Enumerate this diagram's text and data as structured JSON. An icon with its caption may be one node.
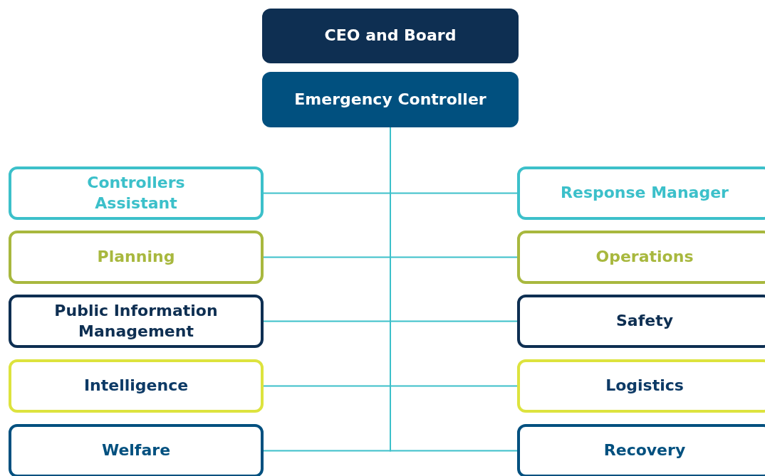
{
  "diagram": {
    "nodes": [
      {
        "text": [
          "CEO and Board"
        ]
      },
      {
        "text": [
          "Emergency Controller"
        ]
      },
      {
        "text": [
          "Controllers Assistant"
        ]
      },
      {
        "text": [
          "Response Manager"
        ]
      },
      {
        "text": [
          "Planning"
        ]
      },
      {
        "text": [
          "Operations"
        ]
      },
      {
        "text": [
          "Public Information Management"
        ]
      },
      {
        "text": [
          "Safety"
        ]
      },
      {
        "text": [
          "Intelligence"
        ]
      },
      {
        "text": [
          "Logistics"
        ]
      },
      {
        "text": [
          "Welfare"
        ]
      },
      {
        "text": [
          "Recovery"
        ]
      }
    ],
    "edges": [
      {
        "from": 1,
        "to": 2,
        "arrow": "none"
      },
      {
        "from": 1,
        "to": 3,
        "arrow": "none"
      },
      {
        "from": 1,
        "to": 4,
        "arrow": "none"
      },
      {
        "from": 1,
        "to": 5,
        "arrow": "none"
      },
      {
        "from": 1,
        "to": 6,
        "arrow": "none"
      },
      {
        "from": 1,
        "to": 7,
        "arrow": "none"
      },
      {
        "from": 1,
        "to": 8,
        "arrow": "none"
      },
      {
        "from": 1,
        "to": 9,
        "arrow": "none"
      },
      {
        "from": 1,
        "to": 10,
        "arrow": "none"
      },
      {
        "from": 1,
        "to": 11,
        "arrow": "none"
      }
    ]
  }
}
